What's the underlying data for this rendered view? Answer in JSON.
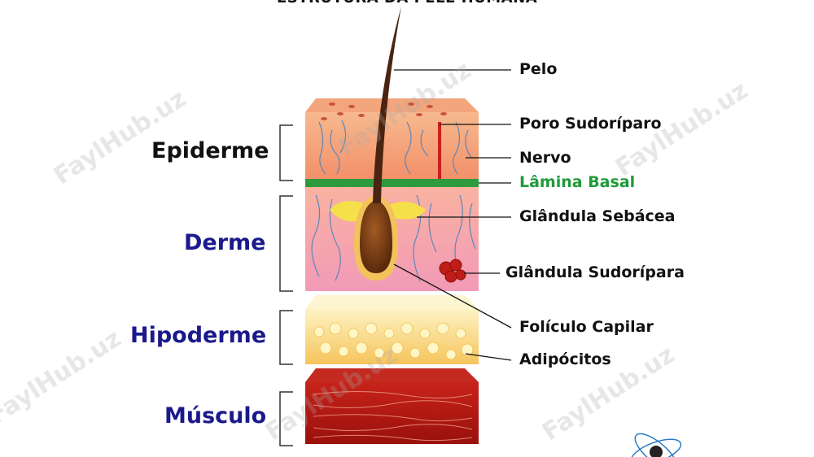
{
  "title": "ESTRUTURA DA PELE HUMANA",
  "layers": {
    "epiderme": "Epiderme",
    "derme": "Derme",
    "hipoderme": "Hipoderme",
    "musculo": "Músculo"
  },
  "parts": {
    "pelo": "Pelo",
    "poro": "Poro Sudoríparo",
    "nervo": "Nervo",
    "lamina": "Lâmina Basal",
    "sebacea": "Glândula Sebácea",
    "sudoripara": "Glândula Sudorípara",
    "foliculo": "Folículo Capilar",
    "adipocitos": "Adipócitos"
  },
  "watermark": "FaylHub.uz",
  "colors": {
    "epiderme_label": "#111111",
    "derme_label": "#1a1a8c",
    "lamina_label": "#1f9a3a",
    "basal": "#2e9a3e",
    "muscle": "#b5150f"
  }
}
